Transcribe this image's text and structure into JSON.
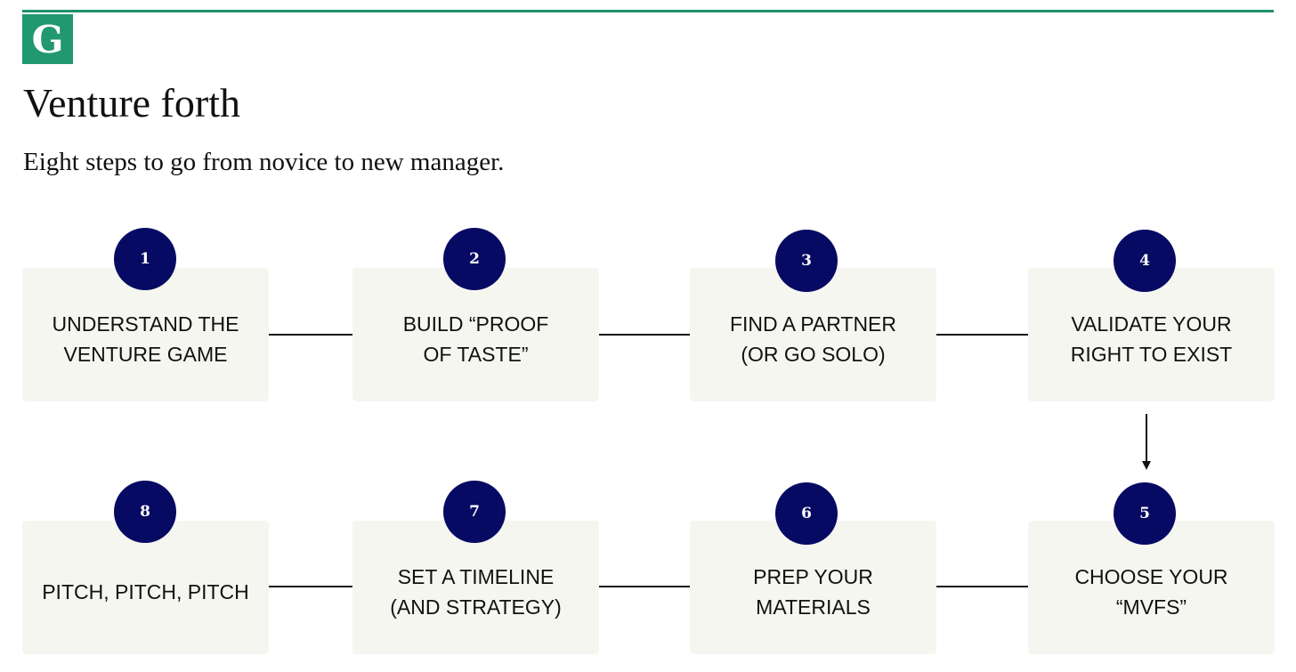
{
  "logo": {
    "letter": "G"
  },
  "title": "Venture forth",
  "subtitle": "Eight steps to go from novice to new manager.",
  "colors": {
    "accent_green": "#21986f",
    "badge_navy": "#070a63",
    "box_fill": "#f6f6f1",
    "line": "#111111"
  },
  "steps": [
    {
      "number": "1",
      "label": "UNDERSTAND THE\nVENTURE GAME"
    },
    {
      "number": "2",
      "label": "BUILD “PROOF\nOF TASTE”"
    },
    {
      "number": "3",
      "label": "FIND A PARTNER\n(OR GO SOLO)"
    },
    {
      "number": "4",
      "label": "VALIDATE YOUR\nRIGHT TO EXIST"
    },
    {
      "number": "5",
      "label": "CHOOSE YOUR\n“MVFS”"
    },
    {
      "number": "6",
      "label": "PREP YOUR\nMATERIALS"
    },
    {
      "number": "7",
      "label": "SET A TIMELINE\n(AND STRATEGY)"
    },
    {
      "number": "8",
      "label": "PITCH, PITCH, PITCH"
    }
  ],
  "connections": [
    {
      "from": "1",
      "to": "2"
    },
    {
      "from": "2",
      "to": "3"
    },
    {
      "from": "3",
      "to": "4"
    },
    {
      "from": "4",
      "to": "5",
      "arrow": true
    },
    {
      "from": "5",
      "to": "6"
    },
    {
      "from": "6",
      "to": "7"
    },
    {
      "from": "7",
      "to": "8"
    }
  ]
}
